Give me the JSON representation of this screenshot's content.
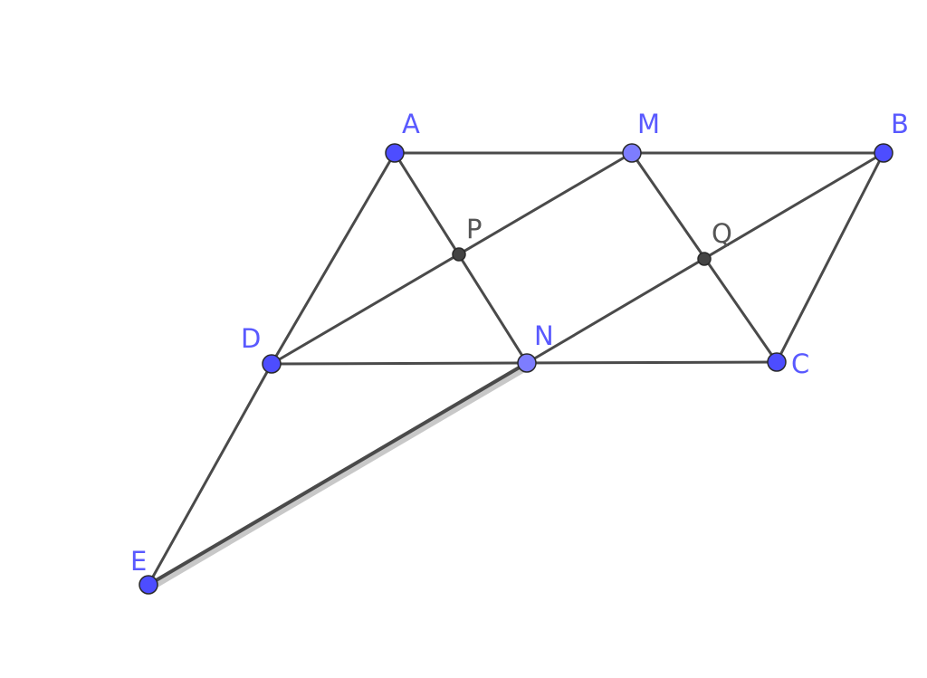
{
  "diagram": {
    "colors": {
      "segment": "#4a4a4a",
      "segment_highlight_shadow": "#c8c8c8",
      "free_point_fill": "#4d4dff",
      "dependent_point_fill": "#7d7dff",
      "intersection_point_fill": "#444444",
      "point_outline": "#2a2a2a",
      "free_label": "#5959ff",
      "intersection_label": "#555555"
    },
    "points": [
      {
        "id": "A",
        "label": "A",
        "kind": "free"
      },
      {
        "id": "M",
        "label": "M",
        "kind": "dependent"
      },
      {
        "id": "B",
        "label": "B",
        "kind": "free"
      },
      {
        "id": "D",
        "label": "D",
        "kind": "free"
      },
      {
        "id": "N",
        "label": "N",
        "kind": "dependent"
      },
      {
        "id": "C",
        "label": "C",
        "kind": "free"
      },
      {
        "id": "P",
        "label": "P",
        "kind": "intersection"
      },
      {
        "id": "Q",
        "label": "Q",
        "kind": "intersection"
      },
      {
        "id": "E",
        "label": "E",
        "kind": "free"
      }
    ],
    "segments": [
      {
        "from": "A",
        "to": "B"
      },
      {
        "from": "D",
        "to": "C"
      },
      {
        "from": "A",
        "to": "D"
      },
      {
        "from": "B",
        "to": "C"
      },
      {
        "from": "A",
        "to": "N"
      },
      {
        "from": "M",
        "to": "C"
      },
      {
        "from": "D",
        "to": "M"
      },
      {
        "from": "N",
        "to": "B"
      },
      {
        "from": "D",
        "to": "E"
      },
      {
        "from": "E",
        "to": "N",
        "highlighted": true
      }
    ]
  }
}
